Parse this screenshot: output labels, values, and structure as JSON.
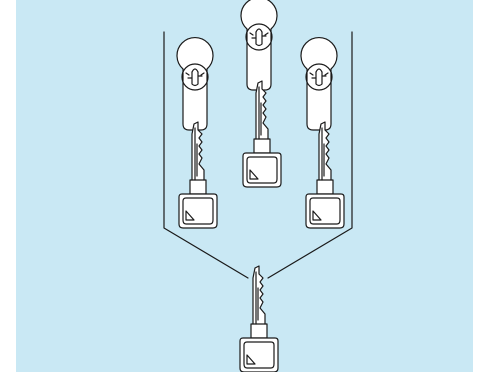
{
  "diagram": {
    "background_color": "#c9e8f4",
    "line_color": "#1a1a1a",
    "key_fill_color": "#ffffff",
    "icons": {
      "cylinder": "euro-profile-cylinder-lock-icon",
      "key": "key-icon"
    },
    "cylinder_count": 3,
    "group_key_count": 3,
    "master_key_count": 1
  }
}
